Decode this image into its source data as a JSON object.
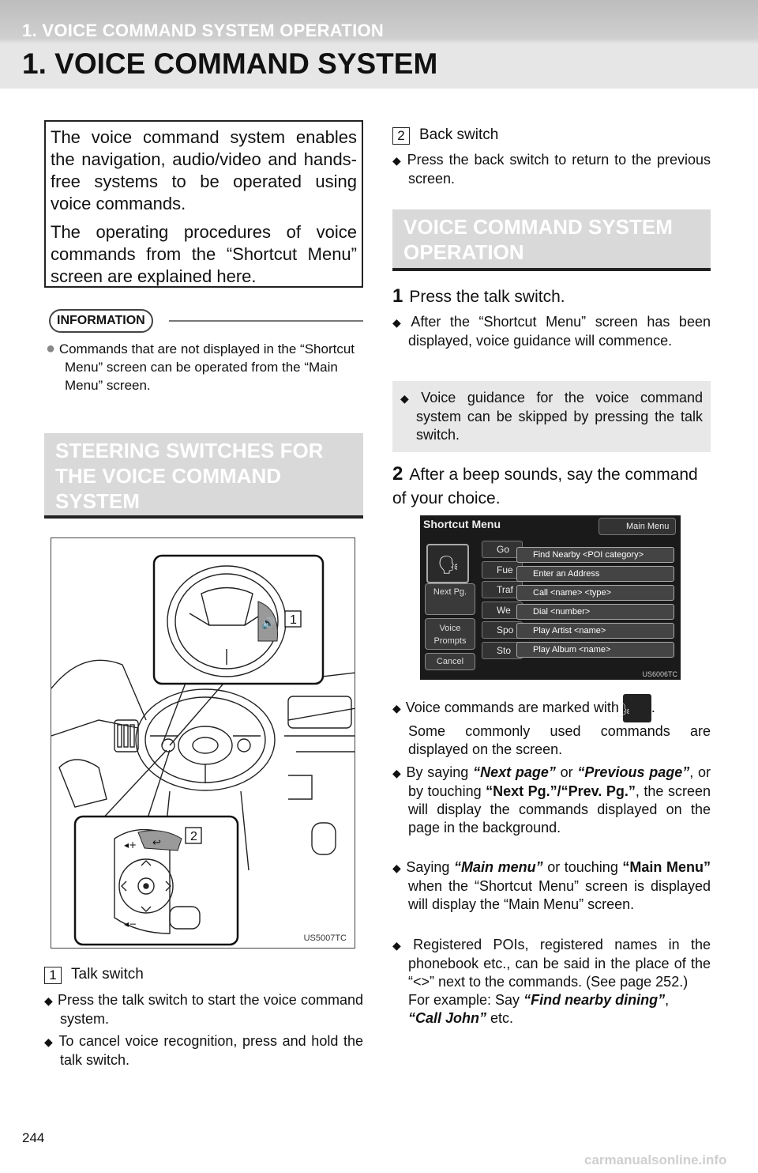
{
  "header": {
    "section_label": "1. VOICE COMMAND SYSTEM OPERATION",
    "title": "1. VOICE COMMAND SYSTEM"
  },
  "intro": {
    "p1": "The voice command system enables the navigation, audio/video and hands-free systems to be operated using voice commands.",
    "p2": "The operating procedures of voice commands from the “Shortcut Menu” screen are explained here."
  },
  "information": {
    "label": "INFORMATION",
    "text": "Commands that are not displayed in the “Shortcut Menu” screen can be operated from the “Main Menu” screen."
  },
  "steering_section": {
    "heading": "STEERING SWITCHES FOR THE VOICE COMMAND SYSTEM",
    "figure_code": "US5007TC",
    "callout_1": "1",
    "callout_2": "2"
  },
  "item1": {
    "number": "1",
    "label": "Talk switch",
    "bullets": [
      "Press the talk switch to start the voice command system.",
      "To cancel voice recognition, press and hold the talk switch."
    ]
  },
  "item2": {
    "number": "2",
    "label": "Back switch",
    "bullets": [
      "Press the back switch to return to the previous screen."
    ]
  },
  "operation_section": {
    "heading": "VOICE COMMAND SYSTEM OPERATION",
    "step1": {
      "number": "1",
      "text": "Press the talk switch."
    },
    "step1_bullet": "After the “Shortcut Menu” screen has been displayed, voice guidance will commence.",
    "note": "Voice guidance for the voice command system can be skipped by pressing the talk switch.",
    "step2": {
      "number": "2",
      "text": "After a beep sounds, say the command of your choice."
    }
  },
  "screen": {
    "title": "Shortcut Menu",
    "main_menu_button": "Main Menu",
    "left_items": [
      "Go",
      "Fue",
      "Traf",
      "We",
      "Spo",
      "Sto"
    ],
    "side_buttons": [
      "Next Pg.",
      "Voice Prompts",
      "Cancel"
    ],
    "menu_items": [
      "Find Nearby <POI category>",
      "Enter an Address",
      "Call <name> <type>",
      "Dial <number>",
      "Play Artist <name>",
      "Play Album <name>"
    ],
    "code": "US6006TC"
  },
  "bullets_after": {
    "b1_a": "Voice commands are marked with",
    "b1_b": ".",
    "b1_c": "Some commonly used commands are displayed on the screen.",
    "b2_pre": "By saying",
    "b2_q1": "“Next page”",
    "b2_or": "or",
    "b2_q2": "“Previous page”",
    "b2_mid": ", or by touching",
    "b2_q3": "“Next Pg.”/“Prev. Pg.”",
    "b2_post": ", the screen will display the commands displayed on the page in the background.",
    "b3_pre": "Saying",
    "b3_q1": "“Main menu”",
    "b3_mid": "or touching",
    "b3_q2": "“Main Menu”",
    "b3_post": "when the “Shortcut Menu” screen is displayed will display the “Main Menu” screen.",
    "b4_main": "Registered POIs, registered names in the phonebook etc., can be said in the place of the “<>” next to the commands. (See page 252.)",
    "b4_example_pre": "For example: Say",
    "b4_q1": "“Find nearby dining”",
    "b4_comma": ",",
    "b4_q2": "“Call John”",
    "b4_end": "etc."
  },
  "footer": {
    "page_number": "244",
    "site": "carmanualsonline.info"
  }
}
